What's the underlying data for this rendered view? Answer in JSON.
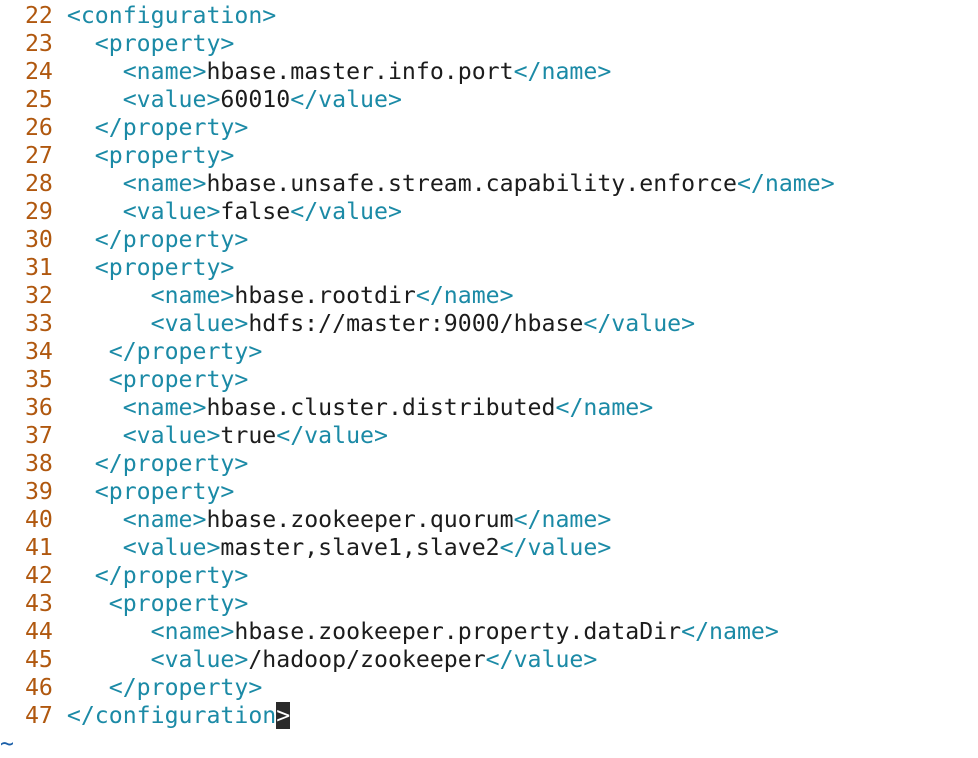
{
  "editor": {
    "colors": {
      "line_number": "#b0580f",
      "tag": "#1b8aa6",
      "text": "#1c1c1c",
      "cursor": "#2a2a2a"
    },
    "lines": [
      {
        "n": "22",
        "code": [
          [
            "tag",
            "<configuration>"
          ]
        ]
      },
      {
        "n": "23",
        "code": [
          [
            "tag",
            "  <property>"
          ]
        ]
      },
      {
        "n": "24",
        "code": [
          [
            "tag",
            "    <name>"
          ],
          [
            "txt",
            "hbase.master.info.port"
          ],
          [
            "tag",
            "</name>"
          ]
        ]
      },
      {
        "n": "25",
        "code": [
          [
            "tag",
            "    <value>"
          ],
          [
            "txt",
            "60010"
          ],
          [
            "tag",
            "</value>"
          ]
        ]
      },
      {
        "n": "26",
        "code": [
          [
            "tag",
            "  </property>"
          ]
        ]
      },
      {
        "n": "27",
        "code": [
          [
            "tag",
            "  <property>"
          ]
        ]
      },
      {
        "n": "28",
        "code": [
          [
            "tag",
            "    <name>"
          ],
          [
            "txt",
            "hbase.unsafe.stream.capability.enforce"
          ],
          [
            "tag",
            "</name>"
          ]
        ]
      },
      {
        "n": "29",
        "code": [
          [
            "tag",
            "    <value>"
          ],
          [
            "txt",
            "false"
          ],
          [
            "tag",
            "</value>"
          ]
        ]
      },
      {
        "n": "30",
        "code": [
          [
            "tag",
            "  </property>"
          ]
        ]
      },
      {
        "n": "31",
        "code": [
          [
            "tag",
            "  <property>"
          ]
        ]
      },
      {
        "n": "32",
        "code": [
          [
            "tag",
            "      <name>"
          ],
          [
            "txt",
            "hbase.rootdir"
          ],
          [
            "tag",
            "</name>"
          ]
        ]
      },
      {
        "n": "33",
        "code": [
          [
            "tag",
            "      <value>"
          ],
          [
            "txt",
            "hdfs://master:9000/hbase"
          ],
          [
            "tag",
            "</value>"
          ]
        ]
      },
      {
        "n": "34",
        "code": [
          [
            "tag",
            "   </property>"
          ]
        ]
      },
      {
        "n": "35",
        "code": [
          [
            "tag",
            "   <property>"
          ]
        ]
      },
      {
        "n": "36",
        "code": [
          [
            "tag",
            "    <name>"
          ],
          [
            "txt",
            "hbase.cluster.distributed"
          ],
          [
            "tag",
            "</name>"
          ]
        ]
      },
      {
        "n": "37",
        "code": [
          [
            "tag",
            "    <value>"
          ],
          [
            "txt",
            "true"
          ],
          [
            "tag",
            "</value>"
          ]
        ]
      },
      {
        "n": "38",
        "code": [
          [
            "tag",
            "  </property>"
          ]
        ]
      },
      {
        "n": "39",
        "code": [
          [
            "tag",
            "  <property>"
          ]
        ]
      },
      {
        "n": "40",
        "code": [
          [
            "tag",
            "    <name>"
          ],
          [
            "txt",
            "hbase.zookeeper.quorum"
          ],
          [
            "tag",
            "</name>"
          ]
        ]
      },
      {
        "n": "41",
        "code": [
          [
            "tag",
            "    <value>"
          ],
          [
            "txt",
            "master,slave1,slave2"
          ],
          [
            "tag",
            "</value>"
          ]
        ]
      },
      {
        "n": "42",
        "code": [
          [
            "tag",
            "  </property>"
          ]
        ]
      },
      {
        "n": "43",
        "code": [
          [
            "tag",
            "   <property>"
          ]
        ]
      },
      {
        "n": "44",
        "code": [
          [
            "tag",
            "      <name>"
          ],
          [
            "txt",
            "hbase.zookeeper.property.dataDir"
          ],
          [
            "tag",
            "</name>"
          ]
        ]
      },
      {
        "n": "45",
        "code": [
          [
            "tag",
            "      <value>"
          ],
          [
            "txt",
            "/hadoop/zookeeper"
          ],
          [
            "tag",
            "</value>"
          ]
        ]
      },
      {
        "n": "46",
        "code": [
          [
            "tag",
            "   </property>"
          ]
        ]
      },
      {
        "n": "47",
        "code": [
          [
            "tag",
            "</configuration"
          ],
          [
            "cursor",
            ">"
          ]
        ]
      }
    ],
    "empty_line_marker": "~"
  }
}
